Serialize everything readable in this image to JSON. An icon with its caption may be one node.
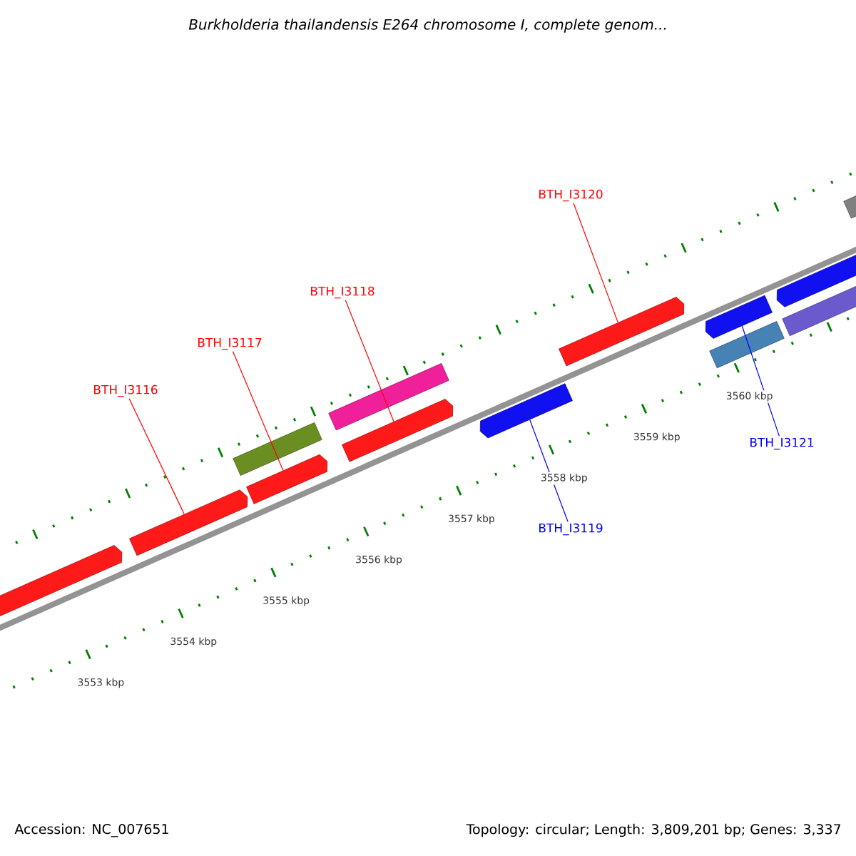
{
  "diagram": {
    "title": "Burkholderia thailandensis E264 chromosome I, complete genom...",
    "nodes": [
      {
        "text": [
          "BTH_I3120"
        ]
      },
      {
        "text": [
          "BTH_I3118"
        ]
      },
      {
        "text": [
          "BTH_I3117"
        ]
      },
      {
        "text": [
          "BTH_I3116"
        ]
      },
      {
        "text": [
          "BTH_I3121"
        ]
      },
      {
        "text": [
          "BTH_I3119"
        ]
      },
      {
        "text": [],
        "shape": "bar"
      },
      {
        "text": [],
        "shape": "bar"
      },
      {
        "text": [],
        "shape": "bar"
      },
      {
        "text": [],
        "shape": "bar"
      },
      {
        "text": [],
        "shape": "bar"
      },
      {
        "text": [],
        "shape": "bar"
      },
      {
        "text": [],
        "shape": "bar"
      },
      {
        "text": [],
        "shape": "bar"
      },
      {
        "text": [],
        "shape": "bar"
      },
      {
        "text": [],
        "shape": "bar"
      },
      {
        "text": [],
        "shape": "bar"
      },
      {
        "text": [],
        "shape": "bar"
      },
      {
        "text": [],
        "shape": "bar"
      }
    ],
    "edges": [
      {
        "from": 0,
        "to": 13,
        "arrow": "none"
      },
      {
        "from": 1,
        "to": 11,
        "arrow": "none"
      },
      {
        "from": 2,
        "to": 9,
        "arrow": "none"
      },
      {
        "from": 3,
        "to": 7,
        "arrow": "none"
      },
      {
        "from": 4,
        "to": 14,
        "arrow": "none",
        "color": "#0000ff"
      },
      {
        "from": 5,
        "to": 12,
        "arrow": "none",
        "color": "#0000ff"
      }
    ],
    "labels": [
      "3553 kbp",
      "3554 kbp",
      "3555 kbp",
      "3556 kbp",
      "3557 kbp",
      "3558 kbp",
      "3559 kbp",
      "3560 kbp",
      "Accession: NC_007651",
      "Topology: circular; Length: 3,809,201 bp; Genes: 3,337"
    ]
  }
}
